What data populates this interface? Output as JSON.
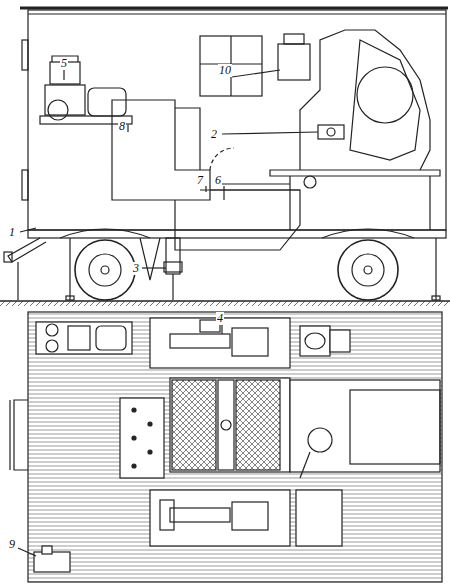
{
  "diagram": {
    "labels": [
      "10",
      "5",
      "2",
      "8",
      "7",
      "6",
      "1",
      "3",
      "4",
      "9"
    ]
  }
}
